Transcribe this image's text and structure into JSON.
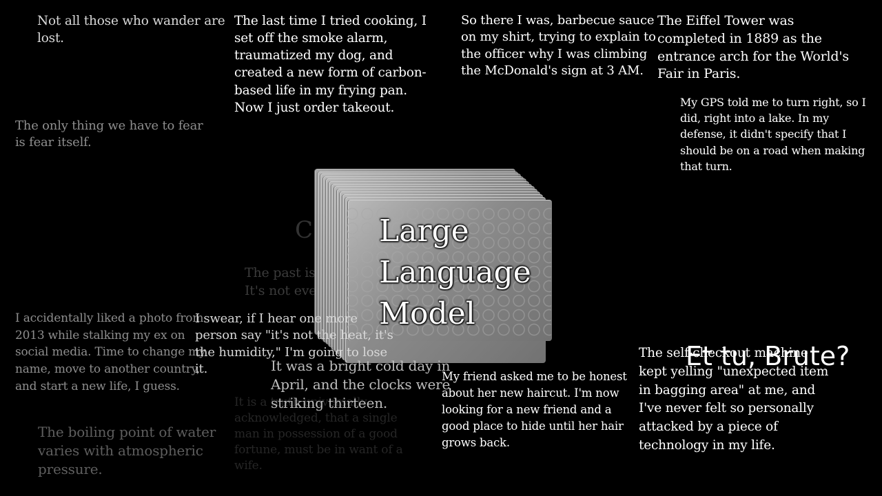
{
  "center": {
    "title_lines": [
      "Large",
      "Language",
      "Model"
    ],
    "ghost_title": "C"
  },
  "snippets": {
    "wander": "Not all those who wander are lost.",
    "cooking": "The last time I tried cooking, I set off the smoke alarm, traumatized my dog, and created a new form of carbon-based life in my frying pan. Now I just order takeout.",
    "barbecue": "So there I was, barbecue sauce on my shirt, trying to explain to the officer why I was climbing the McDonald's sign at 3 AM.",
    "eiffel": "The Eiffel Tower was completed in 1889 as the entrance arch for the World's Fair in Paris.",
    "gps": "My GPS told me to turn right, so I did, right into a lake. In my defense, it didn't specify that I should be on a road when making that turn.",
    "fear": "The only thing we have to fear is fear itself.",
    "past": "The past is never dead. It's not even past.",
    "photo": "I accidentally liked a photo from 2013 while stalking my ex on social media. Time to change my name, move to another country, and start a new life, I guess.",
    "humidity": "I swear, if I hear one more person say \"it's not the heat, it's the humidity,\" I'm going to lose it.",
    "april": "It was a bright cold day in April, and the clocks were striking thirteen.",
    "haircut": "My friend asked me to be honest about her new haircut. I'm now looking for a new friend and a good place to hide until her hair grows back.",
    "checkout": "The self-checkout machine kept yelling \"unexpected item in bagging area\" at me, and I've never felt so personally attacked by a piece of technology in my life.",
    "et_tu": "Et tu, Brute?",
    "boiling": "The boiling point of water varies with atmospheric pressure.",
    "truth": "It is a truth universally acknowledged, that a single man in possession of a good fortune, must be in want of a wife."
  }
}
